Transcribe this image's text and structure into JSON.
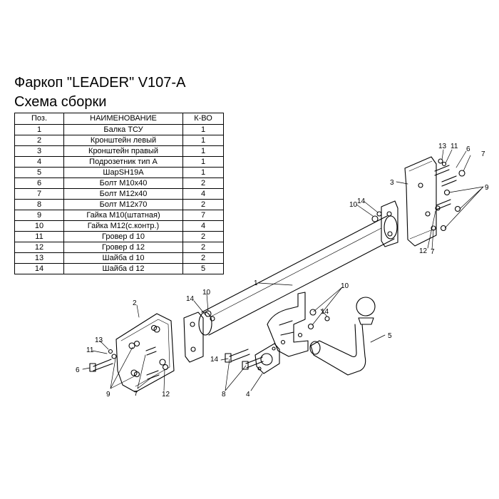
{
  "header": {
    "title": "Фаркоп \"LEADER\" V107-A",
    "subtitle": "Схема сборки"
  },
  "table": {
    "columns": [
      "Поз.",
      "НАИМЕНОВАНИЕ",
      "К-ВО"
    ],
    "rows": [
      {
        "pos": "1",
        "name": "Балка ТСУ",
        "qty": "1"
      },
      {
        "pos": "2",
        "name": "Кронштейн левый",
        "qty": "1"
      },
      {
        "pos": "3",
        "name": "Кронштейн правый",
        "qty": "1"
      },
      {
        "pos": "4",
        "name": "Подрозетник тип А",
        "qty": "1"
      },
      {
        "pos": "5",
        "name": "ШарSH19A",
        "qty": "1"
      },
      {
        "pos": "6",
        "name": "Болт М10х40",
        "qty": "2"
      },
      {
        "pos": "7",
        "name": "Болт М12х40",
        "qty": "4"
      },
      {
        "pos": "8",
        "name": "Болт М12х70",
        "qty": "2"
      },
      {
        "pos": "9",
        "name": "Гайка М10(штатная)",
        "qty": "7"
      },
      {
        "pos": "10",
        "name": "Гайка М12(с.контр.)",
        "qty": "4"
      },
      {
        "pos": "11",
        "name": "Гровер d 10",
        "qty": "2"
      },
      {
        "pos": "12",
        "name": "Гровер d 12",
        "qty": "2"
      },
      {
        "pos": "13",
        "name": "Шайба d 10",
        "qty": "2"
      },
      {
        "pos": "14",
        "name": "Шайба d 12",
        "qty": "5"
      }
    ]
  },
  "callouts": {
    "n1": "1",
    "n2": "2",
    "n3": "3",
    "n4": "4",
    "n5": "5",
    "n6": "6",
    "n7": "7",
    "n8": "8",
    "n9": "9",
    "n10": "10",
    "n11": "11",
    "n12": "12",
    "n13": "13",
    "n14": "14"
  }
}
